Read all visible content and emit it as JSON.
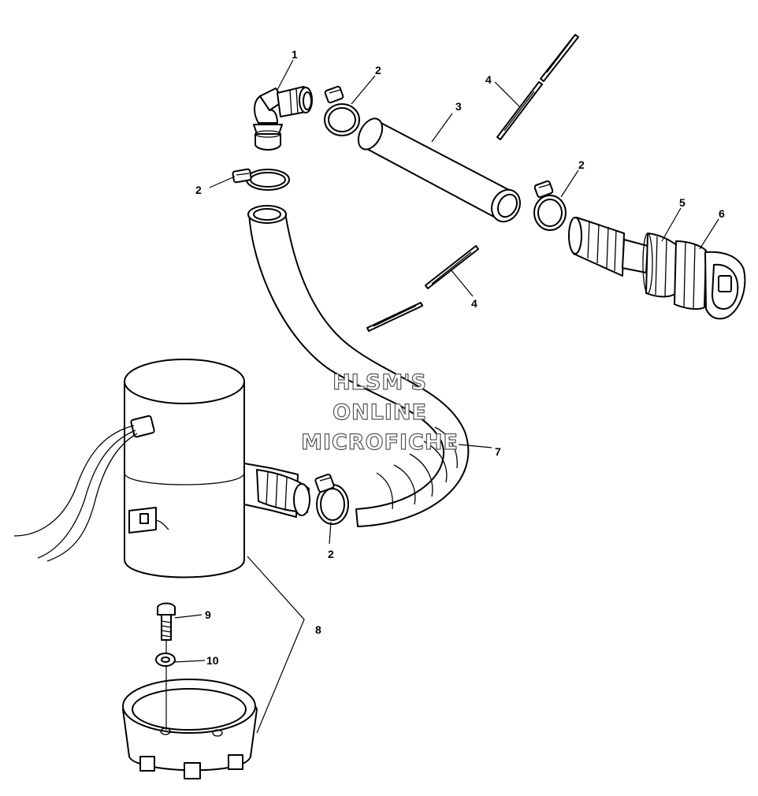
{
  "watermark": {
    "line1": "HLSM'S",
    "line2": "ONLINE",
    "line3": "MICROFICHE"
  },
  "callouts": {
    "c1": "1",
    "c2a": "2",
    "c2b": "2",
    "c2c": "2",
    "c2d": "2",
    "c3": "3",
    "c4a": "4",
    "c4b": "4",
    "c5": "5",
    "c6": "6",
    "c7": "7",
    "c8": "8",
    "c9": "9",
    "c10": "10"
  },
  "colors": {
    "line": "#000000",
    "background": "#ffffff",
    "watermark_outline": "#555555"
  }
}
